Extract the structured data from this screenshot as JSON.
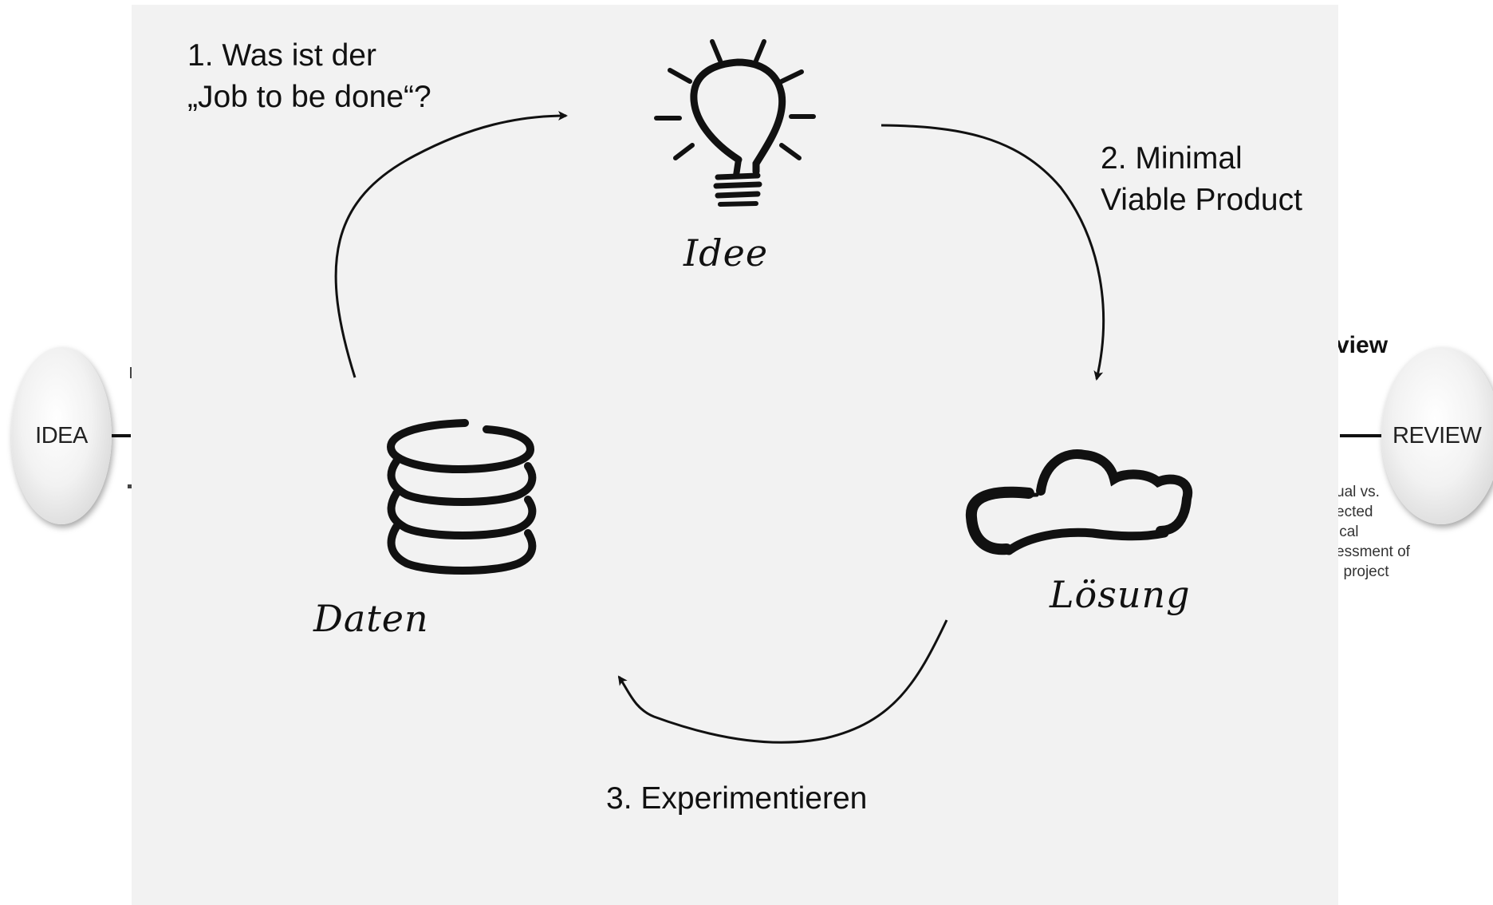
{
  "background": {
    "idea_label": "IDEA",
    "review_label": "REVIEW",
    "review_heading": "view",
    "review_desc": "ual vs.\nected\nical\nessment of\nl project"
  },
  "diagram": {
    "steps": {
      "step1": "1. Was ist der\n„Job to be done“?",
      "step2": "2. Minimal\nViable Product",
      "step3": "3. Experimentieren"
    },
    "nodes": {
      "idee": "Idee",
      "daten": "Daten",
      "loesung": "Lösung"
    },
    "icons": [
      "lightbulb-icon",
      "database-icon",
      "cloud-icon"
    ]
  },
  "colors": {
    "panel": "#f2f2f2",
    "ink": "#111111"
  }
}
